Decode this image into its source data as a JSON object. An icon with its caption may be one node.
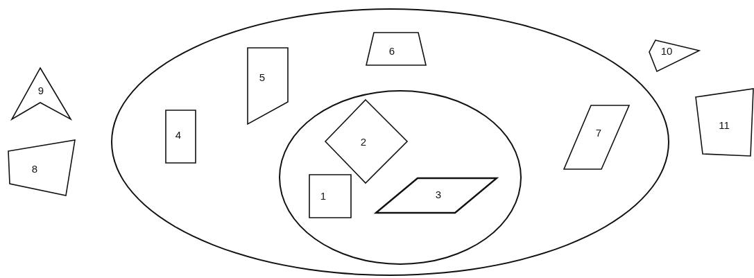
{
  "diagram": {
    "nodes": [
      {
        "text": [],
        "shape": "ellipse"
      },
      {
        "text": [],
        "shape": "ellipse",
        "in": 0
      },
      {
        "text": [
          "1"
        ],
        "in": 1
      },
      {
        "text": [
          "2"
        ],
        "in": 1
      },
      {
        "text": [
          "3"
        ],
        "in": 1
      },
      {
        "text": [
          "4"
        ],
        "in": 0
      },
      {
        "text": [
          "5"
        ],
        "in": 0
      },
      {
        "text": [
          "6"
        ],
        "in": 0
      },
      {
        "text": [
          "7"
        ],
        "in": 0
      },
      {
        "text": [
          "8"
        ]
      },
      {
        "text": [
          "9"
        ]
      },
      {
        "text": [
          "10"
        ]
      },
      {
        "text": [
          "11"
        ]
      }
    ]
  }
}
